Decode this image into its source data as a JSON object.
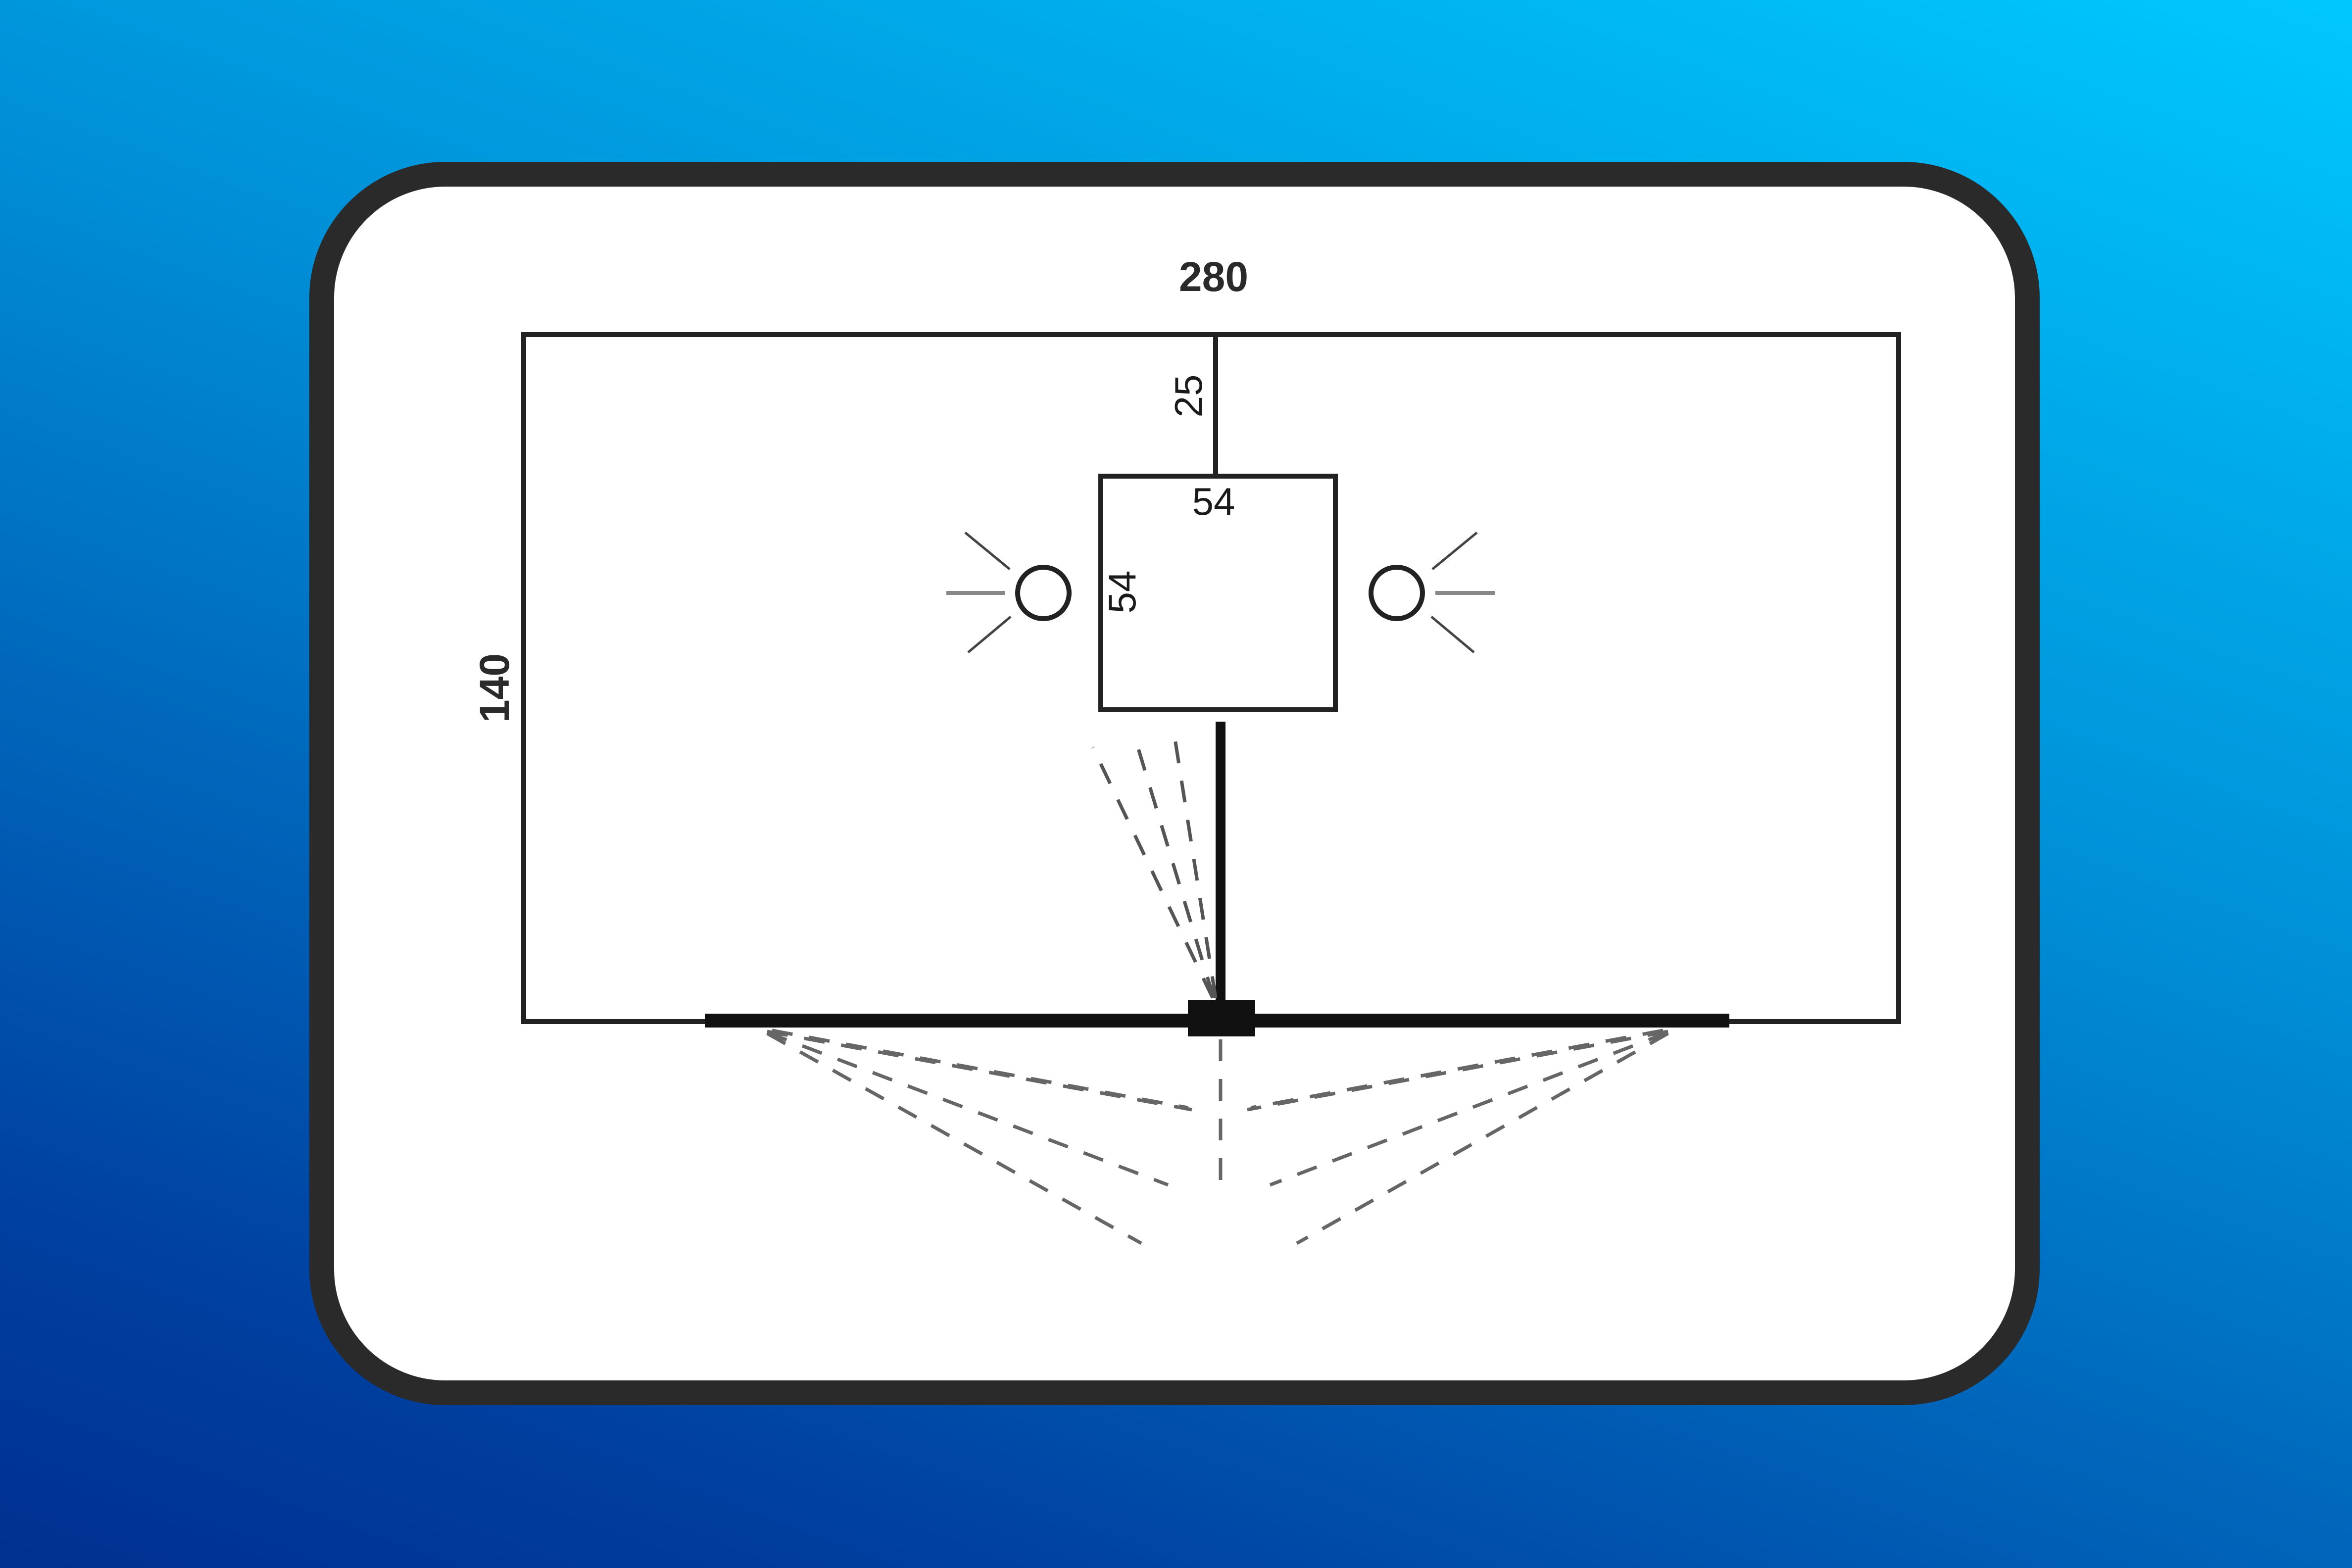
{
  "diagram": {
    "dimensions": {
      "width": "280",
      "height": "140",
      "offset_top": "25",
      "box_width": "54",
      "box_height": "54"
    },
    "icons": {
      "left_lamp": "lamp-icon",
      "right_lamp": "lamp-icon"
    },
    "colors": {
      "background_top": "#00c8ff",
      "background_bottom": "#003090",
      "frame": "#2a2a2a",
      "panel": "#ffffff",
      "line": "#222222",
      "dashed": "#6a6a6a"
    }
  }
}
